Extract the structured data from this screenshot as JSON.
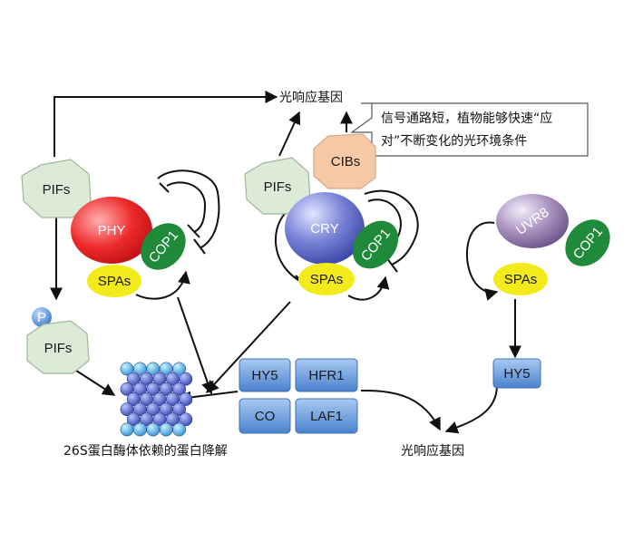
{
  "top_output": "光响应基因",
  "bottom_output": "光响应基因",
  "degradation_label": "26S蛋白酶体依赖的蛋白降解",
  "callout": {
    "line1": "信号通路短，植物能够快速“应",
    "line2": "对”不断变化的光环境条件"
  },
  "phy_group": {
    "pifs": "PIFs",
    "phy": "PHY",
    "cop1": "COP1",
    "spas": "SPAs"
  },
  "phospho": {
    "p": "P",
    "pifs": "PIFs"
  },
  "cry_group": {
    "pifs": "PIFs",
    "cibs": "CIBs",
    "cry": "CRY",
    "cop1": "COP1",
    "spas": "SPAs"
  },
  "uvr8_group": {
    "uvr8": "UVR8",
    "cop1": "COP1",
    "spas": "SPAs",
    "hy5": "HY5"
  },
  "tf_boxes": {
    "hy5": "HY5",
    "hfr1": "HFR1",
    "co": "CO",
    "laf1": "LAF1"
  },
  "colors": {
    "pifs_fill": "#dcebd8",
    "phy": "#e8252a",
    "cry": "#5b67c4",
    "uvr8": "#8f76a6",
    "cop1": "#1f8a3a",
    "spas": "#f2ea1a",
    "cibs": "#f6c9a6",
    "box": "#5d93d6",
    "proteasome": "#4060c0"
  }
}
